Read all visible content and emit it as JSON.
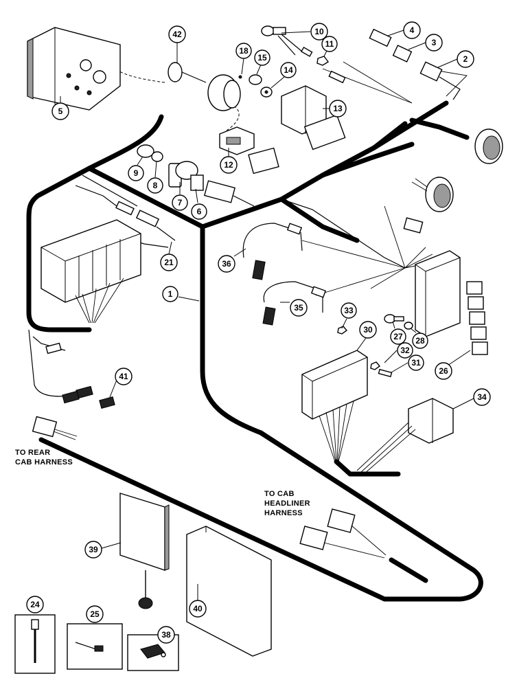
{
  "callouts": [
    {
      "id": "c1",
      "label": "1"
    },
    {
      "id": "c2",
      "label": "2"
    },
    {
      "id": "c3",
      "label": "3"
    },
    {
      "id": "c4",
      "label": "4"
    },
    {
      "id": "c5",
      "label": "5"
    },
    {
      "id": "c6",
      "label": "6"
    },
    {
      "id": "c7",
      "label": "7"
    },
    {
      "id": "c8",
      "label": "8"
    },
    {
      "id": "c9",
      "label": "9"
    },
    {
      "id": "c10",
      "label": "10"
    },
    {
      "id": "c11",
      "label": "11"
    },
    {
      "id": "c12",
      "label": "12"
    },
    {
      "id": "c13",
      "label": "13"
    },
    {
      "id": "c14",
      "label": "14"
    },
    {
      "id": "c15",
      "label": "15"
    },
    {
      "id": "c18",
      "label": "18"
    },
    {
      "id": "c21",
      "label": "21"
    },
    {
      "id": "c24",
      "label": "24"
    },
    {
      "id": "c25",
      "label": "25"
    },
    {
      "id": "c26",
      "label": "26"
    },
    {
      "id": "c27",
      "label": "27"
    },
    {
      "id": "c28",
      "label": "28"
    },
    {
      "id": "c30",
      "label": "30"
    },
    {
      "id": "c31",
      "label": "31"
    },
    {
      "id": "c32",
      "label": "32"
    },
    {
      "id": "c33",
      "label": "33"
    },
    {
      "id": "c34",
      "label": "34"
    },
    {
      "id": "c35",
      "label": "35"
    },
    {
      "id": "c36",
      "label": "36"
    },
    {
      "id": "c38",
      "label": "38"
    },
    {
      "id": "c39",
      "label": "39"
    },
    {
      "id": "c40",
      "label": "40"
    },
    {
      "id": "c41",
      "label": "41"
    },
    {
      "id": "c42",
      "label": "42"
    }
  ],
  "notes": {
    "rear_cab_line1": "TO REAR",
    "rear_cab_line2": "CAB HARNESS",
    "headliner_line1": "TO CAB",
    "headliner_line2": "HEADLINER",
    "headliner_line3": "HARNESS"
  }
}
